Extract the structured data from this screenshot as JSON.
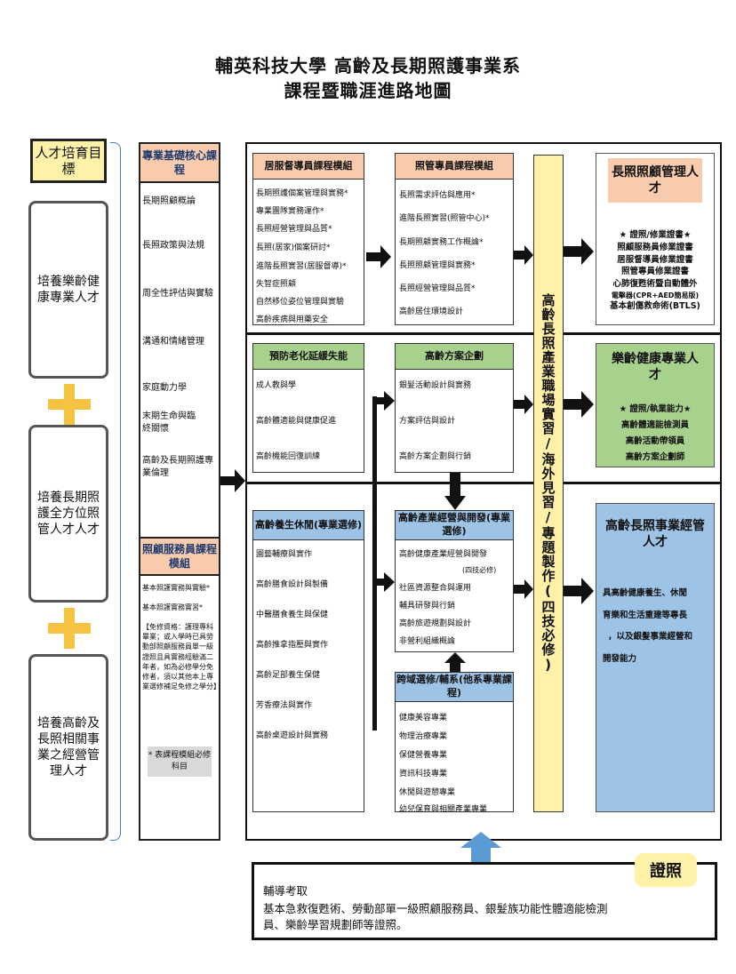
{
  "title": {
    "line1": "輔英科技大學 高齡及長期照護事業系",
    "line2": "課程暨職涯進路地圖"
  },
  "goals": {
    "header": "人才培育目標",
    "g1": "培養樂齡健康專業人才",
    "g2": "培養長期照護全方位照管人才人才",
    "g3": "培養高齡及長照相關事業之經營管理人才"
  },
  "core": {
    "header": "專業基礎核心課程",
    "items": [
      "長期照顧概論",
      "長照政策與法規",
      "周全性評估與實驗",
      "溝通和情緒管理",
      "家庭動力學",
      "末期生命與臨終關懷",
      "高齡及長期照護專業倫理"
    ]
  },
  "service": {
    "header": "照顧服務員課程模組",
    "items": [
      "基本照護實務與實驗*",
      "基本照護實務實習*"
    ],
    "exemption": "【免修資格：護理專科畢業；或入學時已具勞動部照顧服務員單一級證照且具實務經驗滿二年者，如為必修學分免修者，須以其他本上專業選修補足免修之學分】",
    "note": "* 表課程模組必修科目"
  },
  "homecare": {
    "header": "居服督導員課程模組",
    "items": [
      "長期照護個案管理與實務*",
      "專業團隊實務運作*",
      "長照經營管理與品質*",
      "長照(居家)個案研討*",
      "進階長照實習(居服督導)*",
      "失智症照顧",
      "自然移位姿位管理與實驗",
      "高齡疾病與用藥安全"
    ]
  },
  "caremgr": {
    "header": "照管專員課程模組",
    "items": [
      "長照需求評估與應用*",
      "進階長照實習(照管中心)*",
      "長期照顧實務工作概論*",
      "長照照顧管理與實務*",
      "長照經營管理與品質*",
      "高齡居住環境設計"
    ]
  },
  "prevent": {
    "header": "預防老化延緩失能",
    "items": [
      "成人教與學",
      "高齡體適能與健康促進",
      "高齡機能回復訓練"
    ]
  },
  "planning": {
    "header": "高齡方案企劃",
    "items": [
      "銀髮活動設計與實務",
      "方案評估與設計",
      "高齡方案企劃與行銷"
    ]
  },
  "leisure": {
    "header": "高齡養生休閒(專業選修)",
    "items": [
      "園藝輔療與實作",
      "高齡膳食設計與製備",
      "中醫膳食養生與保健",
      "高齡推拿指壓與實作",
      "高齡足部養生保健",
      "芳香療法與實作",
      "高齡桌遊設計與實務"
    ]
  },
  "industry": {
    "header": "高齡產業經營與開發(專業選修)",
    "items": [
      "高齡健康產業經營與開發",
      "(四技必修)",
      "社區資源整合與運用",
      "輔具研發與行銷",
      "高齡旅遊規劃與設計",
      "非營利組織概論"
    ]
  },
  "cross": {
    "header": "跨域選修/輔系(他系專業課程)",
    "items": [
      "健康美容專業",
      "物理治療專業",
      "保健營養專業",
      "資訊科技專業",
      "休閒與遊憩專業",
      "幼兒保育與相關產業專業"
    ]
  },
  "internship": "高齡長照產業職場實習/海外見習/專題製作(四技必修)",
  "careers": {
    "ltc": {
      "title": "長照照顧管理人才",
      "lines": [
        "★ 證照/修業證書★",
        "照顧服務員修業證書",
        "居服督導員修業證書",
        "照管專員修業證書",
        "心肺復甦術暨自動體外",
        "電擊器(CPR+AED簡易版)",
        "基本創傷救命術(BTLS)"
      ]
    },
    "health": {
      "title": "樂齡健康專業人才",
      "lines": [
        "★ 證照/執業能力★",
        "高齡體適能檢測員",
        "高齡活動帶領員",
        "高齡方案企劃師"
      ]
    },
    "biz": {
      "title": "高齡長照事業經管人才",
      "lines": [
        "具高齡健康養生、休閒",
        "育樂和生活重建等專長",
        "，以及銀髮事業經營和",
        "開發能力"
      ]
    }
  },
  "cert": {
    "badge": "證照",
    "line1": "輔導考取",
    "line2": "基本急救復甦術、勞動部單一級照顧服務員、銀髮族功能性體適能檢測",
    "line3": "員、樂齡學習規劃師等證照。"
  },
  "colors": {
    "orange": "#f8cbad",
    "green": "#a9d18e",
    "blue": "#9dc3e6",
    "yellow": "#fff2a8",
    "arrowBlue": "#5b9bd5",
    "plus": "#f5c242"
  }
}
